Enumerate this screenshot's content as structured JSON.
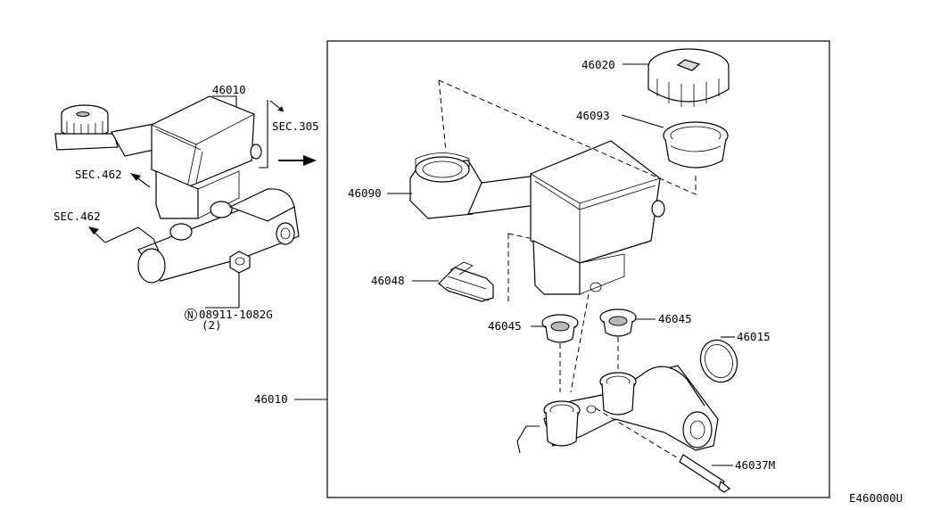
{
  "diagram": {
    "drawing_code": "E460000U",
    "left_assembly": {
      "part_main": "46010",
      "sec_305": "SEC.305",
      "sec_462_a": "SEC.462",
      "sec_462_b": "SEC.462",
      "nut_marker": "N",
      "nut_part": "08911-1082G",
      "nut_qty": "(2)"
    },
    "exploded_view": {
      "callouts": [
        "46020",
        "46093",
        "46090",
        "46048",
        "46045",
        "46045",
        "46015",
        "46037M",
        "46010"
      ]
    }
  }
}
